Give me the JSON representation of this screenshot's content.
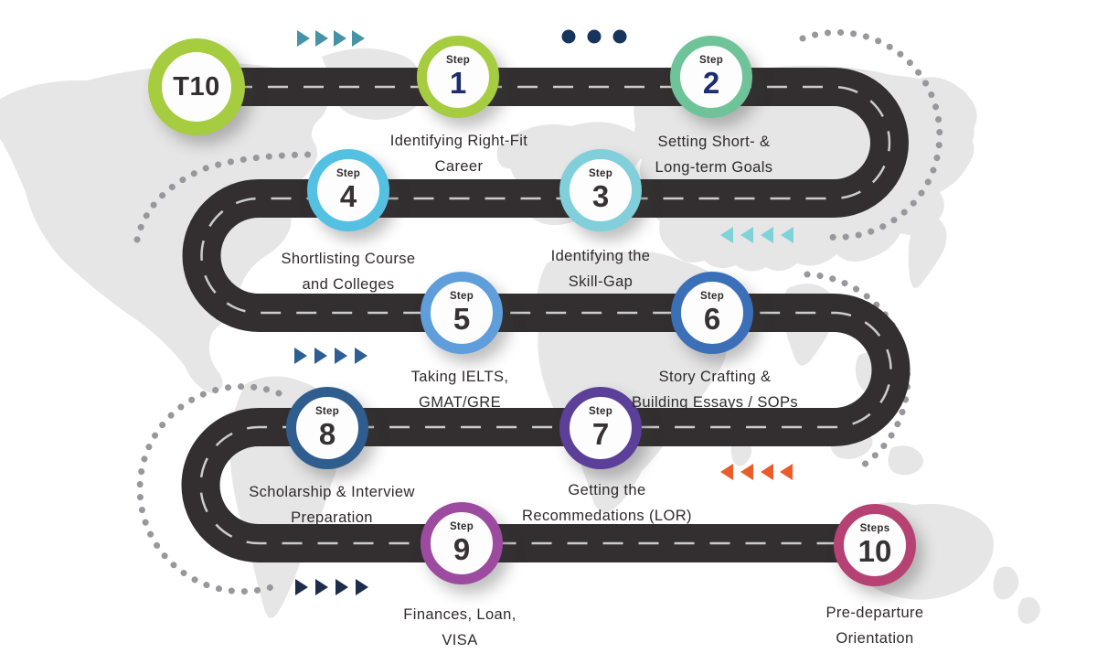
{
  "badge": {
    "label": "T10",
    "ring_color": "#a6cc3f",
    "text_color": "#312d2e"
  },
  "steps": [
    {
      "step_label": "Step",
      "number": "1",
      "ring_color": "#a6cc3f",
      "number_color": "#1e2d6e",
      "caption_line1": "Identifying Right-Fit",
      "caption_line2": "Career"
    },
    {
      "step_label": "Step",
      "number": "2",
      "ring_color": "#6fc399",
      "number_color": "#1e2d6e",
      "caption_line1": "Setting Short- &",
      "caption_line2": "Long-term Goals"
    },
    {
      "step_label": "Step",
      "number": "3",
      "ring_color": "#80cfda",
      "number_color": "#373334",
      "caption_line1": "Identifying the",
      "caption_line2": "Skill-Gap"
    },
    {
      "step_label": "Step",
      "number": "4",
      "ring_color": "#55c1e2",
      "number_color": "#373334",
      "caption_line1": "Shortlisting Course",
      "caption_line2": "and Colleges"
    },
    {
      "step_label": "Step",
      "number": "5",
      "ring_color": "#5f9eda",
      "number_color": "#373334",
      "caption_line1": "Taking IELTS,",
      "caption_line2": "GMAT/GRE"
    },
    {
      "step_label": "Step",
      "number": "6",
      "ring_color": "#3b70b8",
      "number_color": "#373334",
      "caption_line1": "Story Crafting &",
      "caption_line2": "Building Essays / SOPs"
    },
    {
      "step_label": "Step",
      "number": "7",
      "ring_color": "#5b3f99",
      "number_color": "#373334",
      "caption_line1": "Getting the",
      "caption_line2": "Recommedations (LOR)"
    },
    {
      "step_label": "Step",
      "number": "8",
      "ring_color": "#2f5e8e",
      "number_color": "#373334",
      "caption_line1": "Scholarship & Interview",
      "caption_line2": "Preparation"
    },
    {
      "step_label": "Step",
      "number": "9",
      "ring_color": "#9c4ba0",
      "number_color": "#373334",
      "caption_line1": "Finances, Loan,",
      "caption_line2": "VISA"
    },
    {
      "step_label": "Steps",
      "number": "10",
      "ring_color": "#b64173",
      "number_color": "#373334",
      "caption_line1": "Pre-departure",
      "caption_line2": "Orientation"
    }
  ],
  "road": {
    "color": "#332f30",
    "dash_color": "#cccccc"
  },
  "map": {
    "color": "#e6e6e6"
  },
  "decor": {
    "dot_arc_color": "#98989c",
    "nav_dots_color": "#17345c",
    "arrow_teal_color": "#4793a6",
    "arrow_cyan_color": "#7ed3d9",
    "arrow_steelblue_color": "#2d5f94",
    "arrow_orange_color": "#ea5c28",
    "arrow_navy_color": "#1d2c4b"
  }
}
